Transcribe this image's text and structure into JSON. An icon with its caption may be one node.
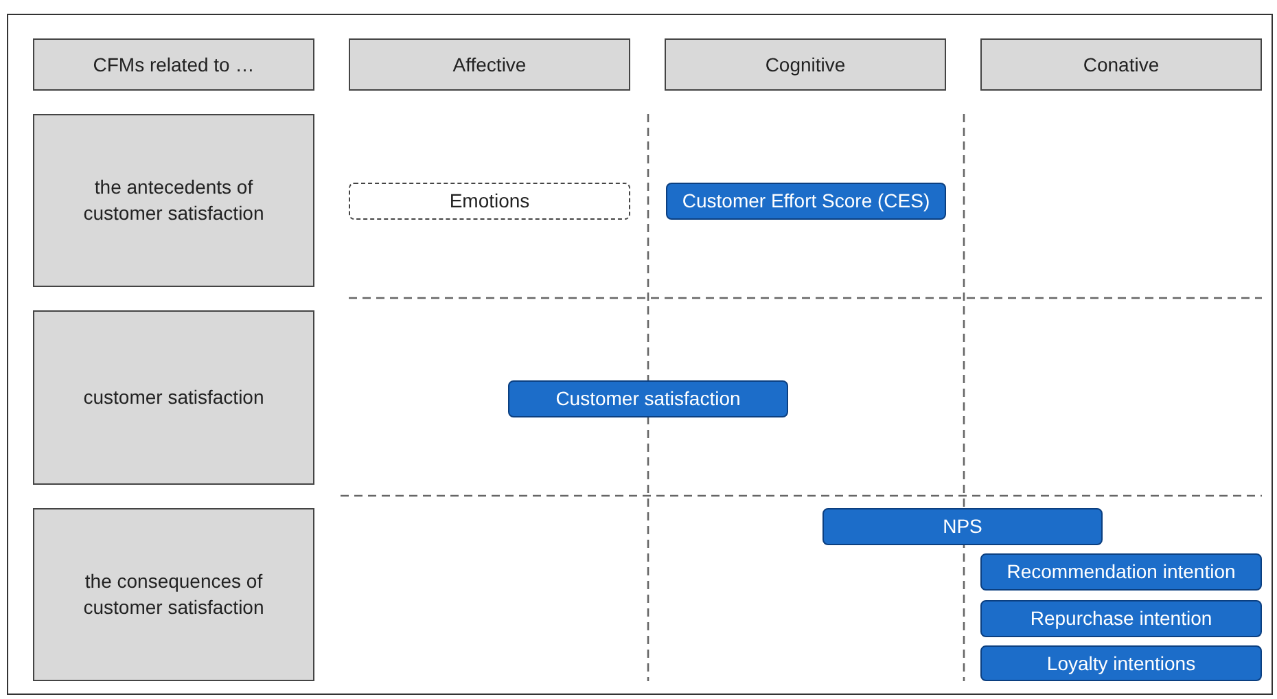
{
  "diagram": {
    "nodes": [
      {
        "text": [
          "CFMs related to …"
        ]
      },
      {
        "text": [
          "Affective"
        ]
      },
      {
        "text": [
          "Cognitive"
        ]
      },
      {
        "text": [
          "Conative"
        ]
      },
      {
        "text": [
          "the antecedents of customer satisfaction"
        ]
      },
      {
        "text": [
          "customer satisfaction"
        ]
      },
      {
        "text": [
          "the consequences of customer satisfaction"
        ]
      },
      {
        "text": [
          "Emotions"
        ]
      },
      {
        "text": [
          "Customer Effort Score (CES)"
        ]
      },
      {
        "text": [
          "Customer satisfaction"
        ]
      },
      {
        "text": [
          "NPS"
        ]
      },
      {
        "text": [
          "Recommendation intention"
        ]
      },
      {
        "text": [
          "Repurchase intention"
        ]
      },
      {
        "text": [
          "Loyalty intentions"
        ]
      }
    ],
    "edges": []
  }
}
